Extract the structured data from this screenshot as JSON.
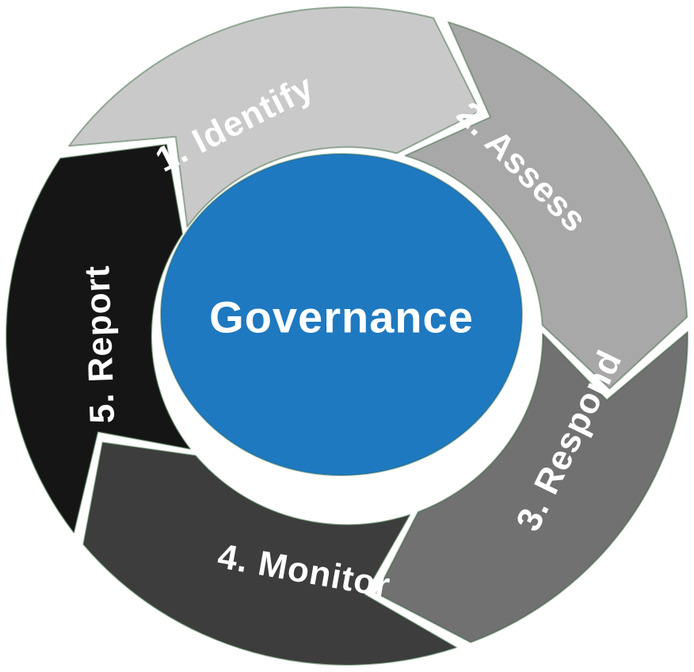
{
  "background": "#ffffff",
  "center": {
    "label": "Governance",
    "fill": "#1e79c0",
    "text_color": "#ffffff"
  },
  "label_text_color": "#ffffff",
  "seam_outline_color": "#2f5f33",
  "segments": [
    {
      "id": "identify",
      "label": "1. Identify",
      "color": "#c9c9c9"
    },
    {
      "id": "assess",
      "label": "2. Assess",
      "color": "#a8a8a8"
    },
    {
      "id": "respond",
      "label": "3. Respond",
      "color": "#717171"
    },
    {
      "id": "monitor",
      "label": "4. Monitor",
      "color": "#3d3d3d"
    },
    {
      "id": "report",
      "label": "5. Report",
      "color": "#151515"
    }
  ]
}
